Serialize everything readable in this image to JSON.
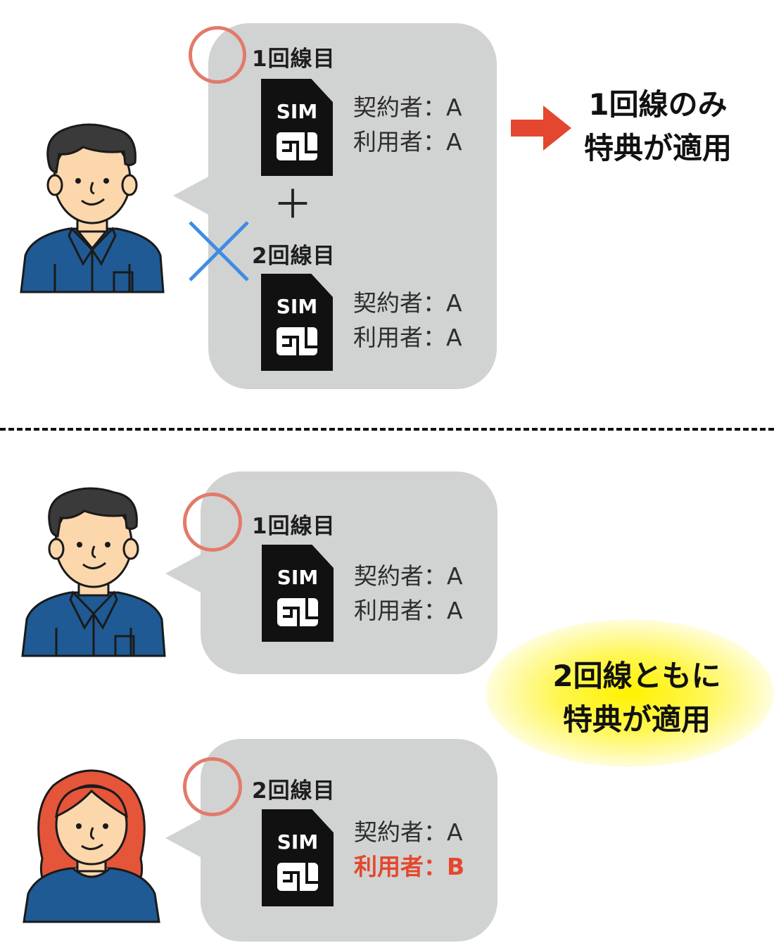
{
  "top": {
    "line1_label": "1回線目",
    "line1_contractor": "契約者：A",
    "line1_user": "利用者：A",
    "plus": "＋",
    "line2_label": "2回線目",
    "line2_contractor": "契約者：A",
    "line2_user": "利用者：A",
    "result_line1": "1回線のみ",
    "result_line2": "特典が適用"
  },
  "bottom": {
    "line1_label": "1回線目",
    "line1_contractor": "契約者：A",
    "line1_user": "利用者：A",
    "line2_label": "2回線目",
    "line2_contractor": "契約者：A",
    "line2_user": "利用者：B",
    "result_line1": "2回線ともに",
    "result_line2": "特典が適用"
  },
  "sim_text": "SIM",
  "colors": {
    "bubble": "#d1d3d2",
    "ok_circle": "#e27a6b",
    "ng_cross": "#3f8de3",
    "arrow": "#e4472f",
    "highlight_user": "#e4472f",
    "glow": "#fff200",
    "shirt": "#1f5a94",
    "skin": "#fbd7ab",
    "man_hair": "#3a3a3a",
    "woman_hair": "#e5553a"
  }
}
